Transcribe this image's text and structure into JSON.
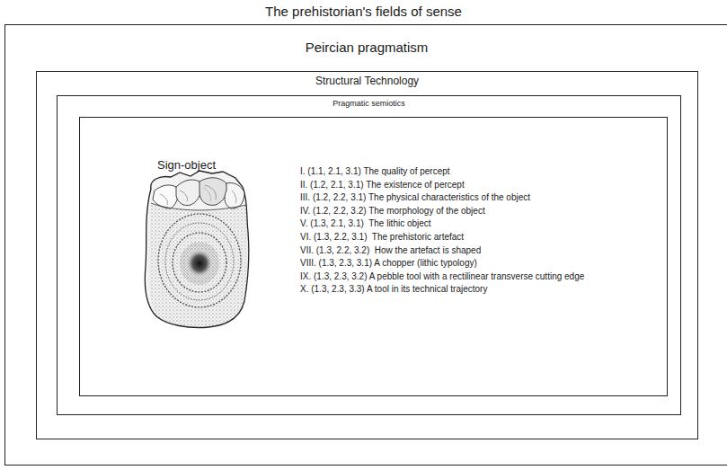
{
  "diagram": {
    "title": "The prehistorian's fields of sense",
    "nodes": [
      {
        "text": [
          "Peircian pragmatism"
        ]
      },
      {
        "text": [
          "Structural Technology"
        ],
        "in": 0
      },
      {
        "text": [
          "Pragmatic semiotics"
        ],
        "in": 1
      },
      {
        "text": [
          "Sign-object",
          "I. (1.1, 2.1, 3.1) The quality of percept",
          "II. (1.2, 2.1, 3.1) The existence of percept",
          "III. (1.2, 2.2, 3.1) The physical characteristics of the object",
          "IV. (1.2, 2.2, 3.2) The morphology of the object",
          "V. (1.3, 2.1, 3.1)  The lithic object",
          "VI. (1.3, 2.2, 3.1)  The prehistoric artefact",
          "VII. (1.3, 2.2, 3.2)  How the artefact is shaped",
          "VIII. (1.3, 2.3, 3.1) A chopper (lithic typology)",
          "IX. (1.3, 2.3, 3.2) A pebble tool with a rectilinear transverse cutting edge",
          "X. (1.3, 2.3, 3.3) A tool in its technical trajectory"
        ],
        "in": 2
      }
    ]
  }
}
